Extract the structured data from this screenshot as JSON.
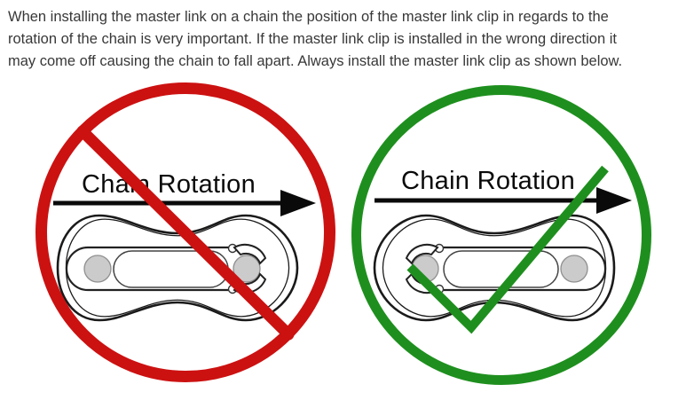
{
  "intro": {
    "lines": [
      "When installing the master link on a chain the position of the master link clip in regards to the",
      "rotation of the chain is very important. If the master link clip is installed in the wrong direction it",
      "may come off causing the chain to fall apart. Always install the master link clip as shown below."
    ]
  },
  "diagrams": {
    "wrong": {
      "label": "Chain Rotation"
    },
    "correct": {
      "label": "Chain Rotation"
    }
  },
  "colors": {
    "prohibition_red": "#cc1111",
    "check_green": "#1e8f1e",
    "ink_black": "#0a0a0a"
  }
}
